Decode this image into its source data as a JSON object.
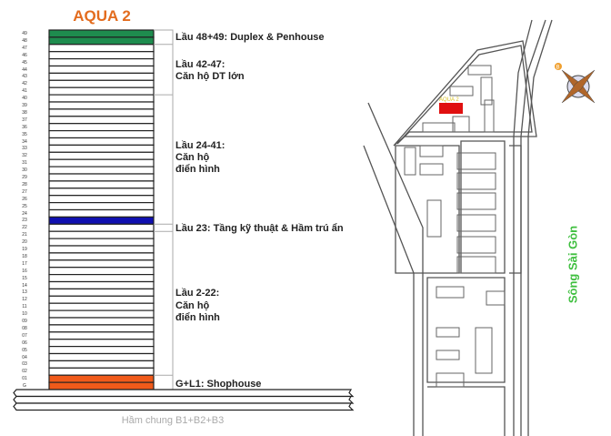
{
  "title": "AQUA 2",
  "floors": [
    "49",
    "48",
    "47",
    "46",
    "45",
    "44",
    "43",
    "42",
    "41",
    "40",
    "39",
    "38",
    "37",
    "36",
    "35",
    "34",
    "33",
    "32",
    "31",
    "30",
    "29",
    "28",
    "27",
    "26",
    "25",
    "24",
    "23",
    "22",
    "21",
    "20",
    "19",
    "18",
    "17",
    "16",
    "15",
    "14",
    "13",
    "12",
    "11",
    "10",
    "09",
    "08",
    "07",
    "06",
    "05",
    "04",
    "03",
    "02",
    "01",
    "G"
  ],
  "floor_colors": {
    "49": "#1e8c4e",
    "48": "#1e8c4e",
    "23": "#1010b0",
    "01": "#f05a1a",
    "G": "#f05a1a"
  },
  "labels": {
    "duplex": "Lầu 48+49: Duplex & Penhouse",
    "large_l1": "Lầu 42-47:",
    "large_l2": "Căn hộ DT lớn",
    "mid_l1": "Lầu 24-41:",
    "mid_l2": "Căn hộ",
    "mid_l3": "điển hình",
    "tech": "Lầu 23: Tầng kỹ thuật & Hầm trú ẩn",
    "low_l1": "Lầu 2-22:",
    "low_l2": "Căn hộ",
    "low_l3": "điển hình",
    "shop": "G+L1: Shophouse"
  },
  "basement": "Hầm chung B1+B2+B3",
  "map": {
    "building_label": "AQUA 2",
    "river": "Sông Sài Gòn",
    "compass_letter": "B",
    "highlight_color": "#e01010"
  }
}
